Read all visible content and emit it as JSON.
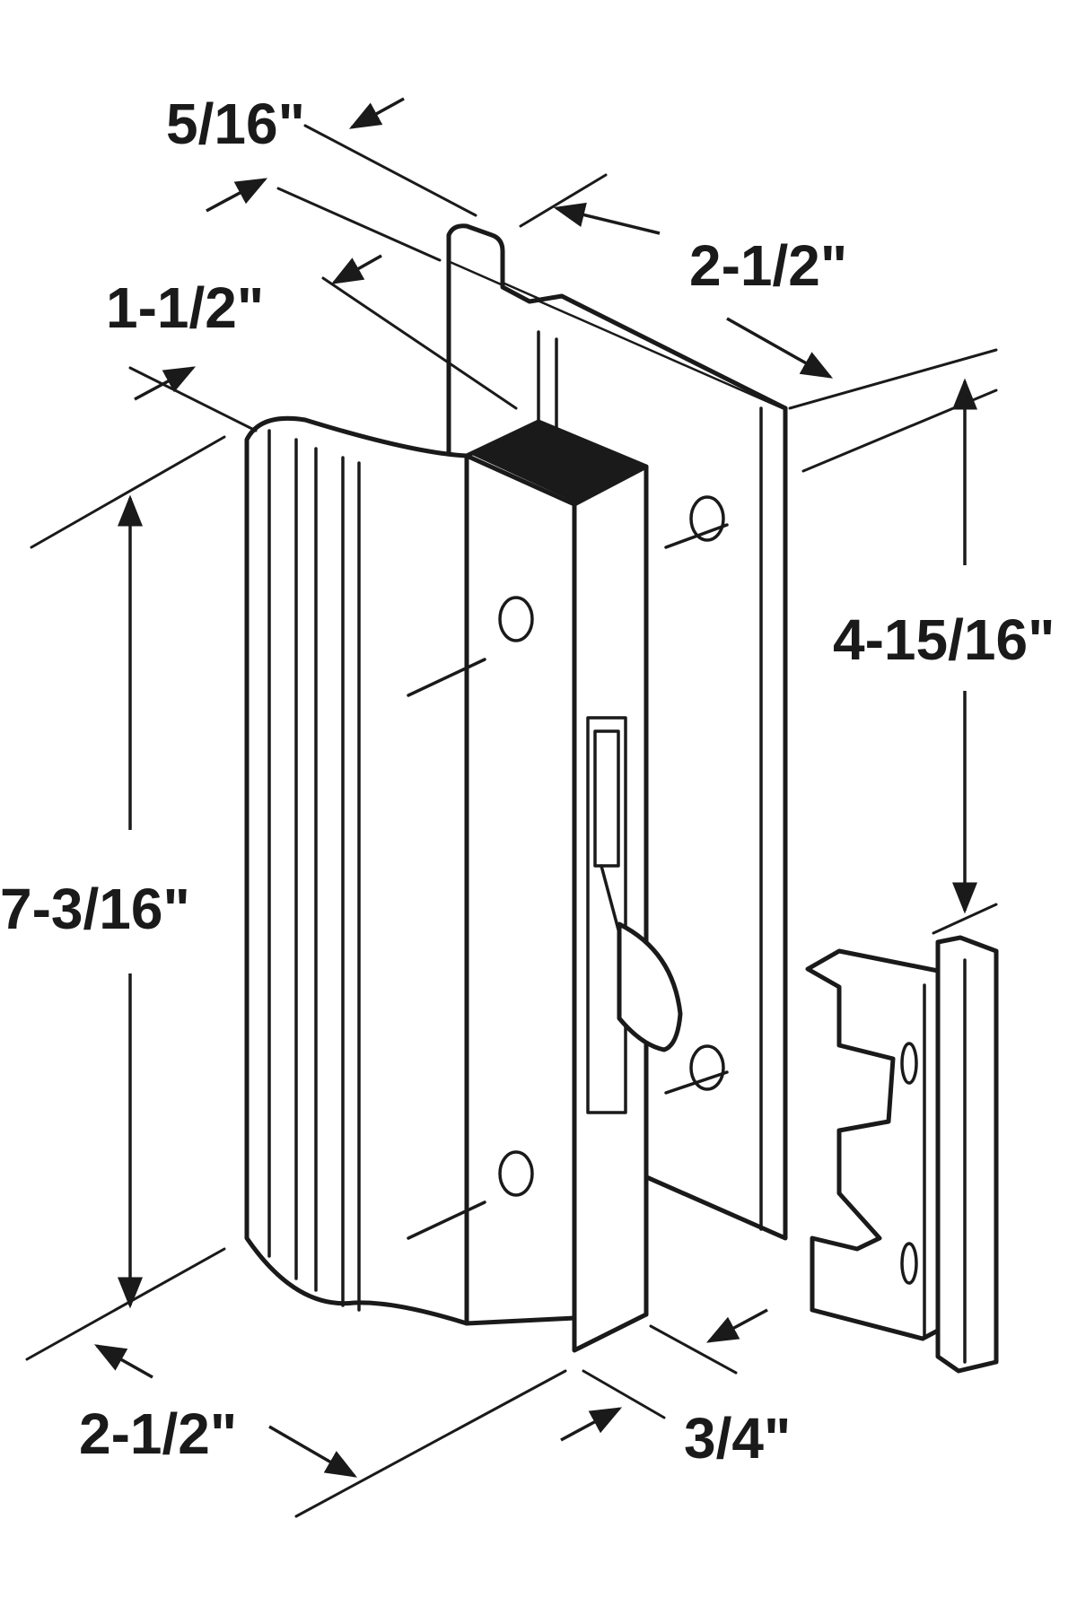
{
  "dimensions": {
    "top_thickness": "5/16\"",
    "top_width": "2-1/2\"",
    "handle_depth": "1-1/2\"",
    "handle_height": "7-3/16\"",
    "keeper_spacing": "4-15/16\"",
    "bottom_width": "2-1/2\"",
    "bottom_depth": "3/4\""
  },
  "colors": {
    "line": "#1a1a1a",
    "background": "#ffffff"
  }
}
